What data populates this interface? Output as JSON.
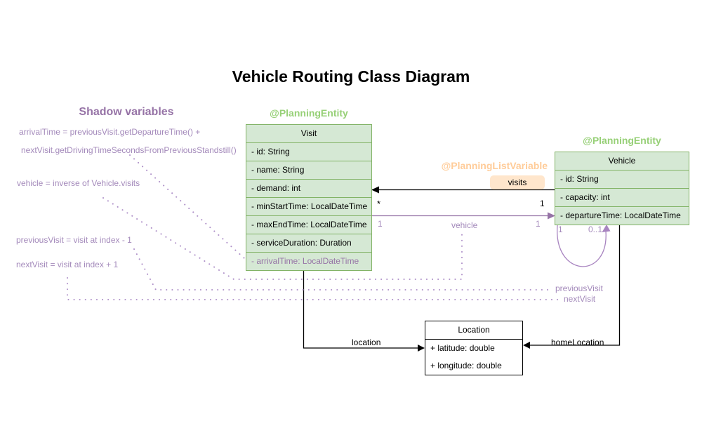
{
  "title": "Vehicle Routing Class Diagram",
  "shadow_variables": {
    "heading": "Shadow variables",
    "formulas": [
      "arrivalTime = previousVisit.getDepartureTime() +",
      "nextVisit.getDrivingTimeSecondsFromPreviousStandstill()",
      "vehicle = inverse of Vehicle.visits",
      "previousVisit = visit at index - 1",
      "nextVisit = visit at index + 1"
    ]
  },
  "stereotypes": {
    "visit": "@PlanningEntity",
    "vehicle": "@PlanningEntity",
    "list_variable": "@PlanningListVariable"
  },
  "classes": {
    "visit": {
      "name": "Visit",
      "attributes": [
        "- id: String",
        "- name: String",
        "- demand: int",
        "- minStartTime: LocalDateTime",
        "- maxEndTime: LocalDateTime",
        "- serviceDuration: Duration"
      ],
      "shadow_attribute": "- arrivalTime: LocalDateTime"
    },
    "vehicle": {
      "name": "Vehicle",
      "attributes": [
        "- id: String",
        "- capacity: int",
        "- departureTime: LocalDateTime"
      ]
    },
    "location": {
      "name": "Location",
      "attributes": [
        "+ latitude: double",
        "+ longitude: double"
      ]
    }
  },
  "relations": {
    "visits": {
      "label": "visits",
      "target_multiplicity": "*",
      "source_multiplicity": "1"
    },
    "vehicle": {
      "label": "vehicle",
      "visit_multiplicity": "1",
      "vehicle_multiplicity": "1"
    },
    "next_visit_loop": {
      "left_multiplicity": "1",
      "right_multiplicity": "0..1"
    },
    "previous_visit": {
      "label": "previousVisit"
    },
    "next_visit": {
      "label": "nextVisit"
    },
    "location": {
      "label": "location"
    },
    "home_location": {
      "label": "homeLocation"
    }
  },
  "colors": {
    "entity_fill": "#d5e8d4",
    "entity_border": "#82b366",
    "entity_stereotype": "#97d077",
    "list_variable_stereotype": "#ffcc99",
    "visits_chip_fill": "#ffe6cc",
    "purple": "#9673a6",
    "purple_light": "#a48abb",
    "dotted_connector": "#ae90c8",
    "line_black": "#000000"
  }
}
